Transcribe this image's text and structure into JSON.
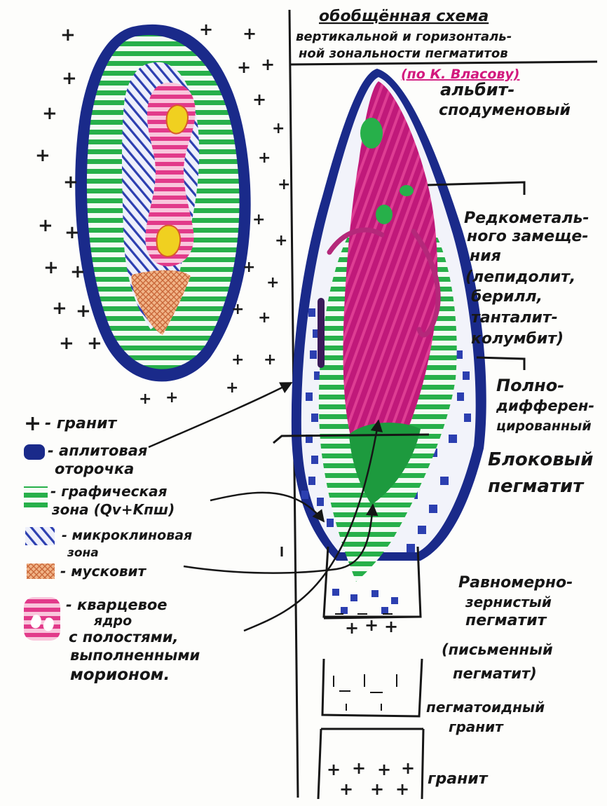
{
  "title": {
    "line1": "обобщённая схема",
    "line2": "вертикальной и горизонталь-",
    "line3": "ной зональности пегматитов",
    "source": "(по К. Власову)"
  },
  "legend": {
    "granite": "- гранит",
    "aplite": [
      "- аплитовая",
      "оторочка"
    ],
    "graphic": [
      "- графическая",
      "зона (Qv+Kпш)"
    ],
    "microcline": [
      "- микроклиновая",
      "зона"
    ],
    "muscovite": "- мусковит",
    "quartz_core": [
      "- кварцевое",
      "ядро",
      "с полостями,",
      "выполненными",
      "морионом."
    ]
  },
  "zones": {
    "albite": [
      "альбит-",
      "сподуменовый"
    ],
    "rare_metal": [
      "Редкометаль-",
      "ного замеще-",
      "ния",
      "(лепидолит,",
      "берилл,",
      "танталит-",
      "колумбит)"
    ],
    "differentiated": [
      "Полно-",
      "дифферен-",
      "цированный"
    ],
    "block": [
      "Блоковый",
      "пегматит"
    ],
    "even_grained": [
      "Равномерно-",
      "зернистый",
      "пегматит"
    ],
    "graphic_pegmatite": [
      "(письменный",
      "пегматит)"
    ],
    "pegmatoid": [
      "пегматоидный",
      "гранит"
    ],
    "granite": "гранит"
  },
  "colors": {
    "aplite": "#1a2a8a",
    "graphic": "#27b04a",
    "microcline": "#2c3fb0",
    "muscovite": "#d98050",
    "quartz_core": "#e23a8a",
    "rare_metal": "#c0197a",
    "morion": "#f0d020",
    "ink": "#161616"
  }
}
